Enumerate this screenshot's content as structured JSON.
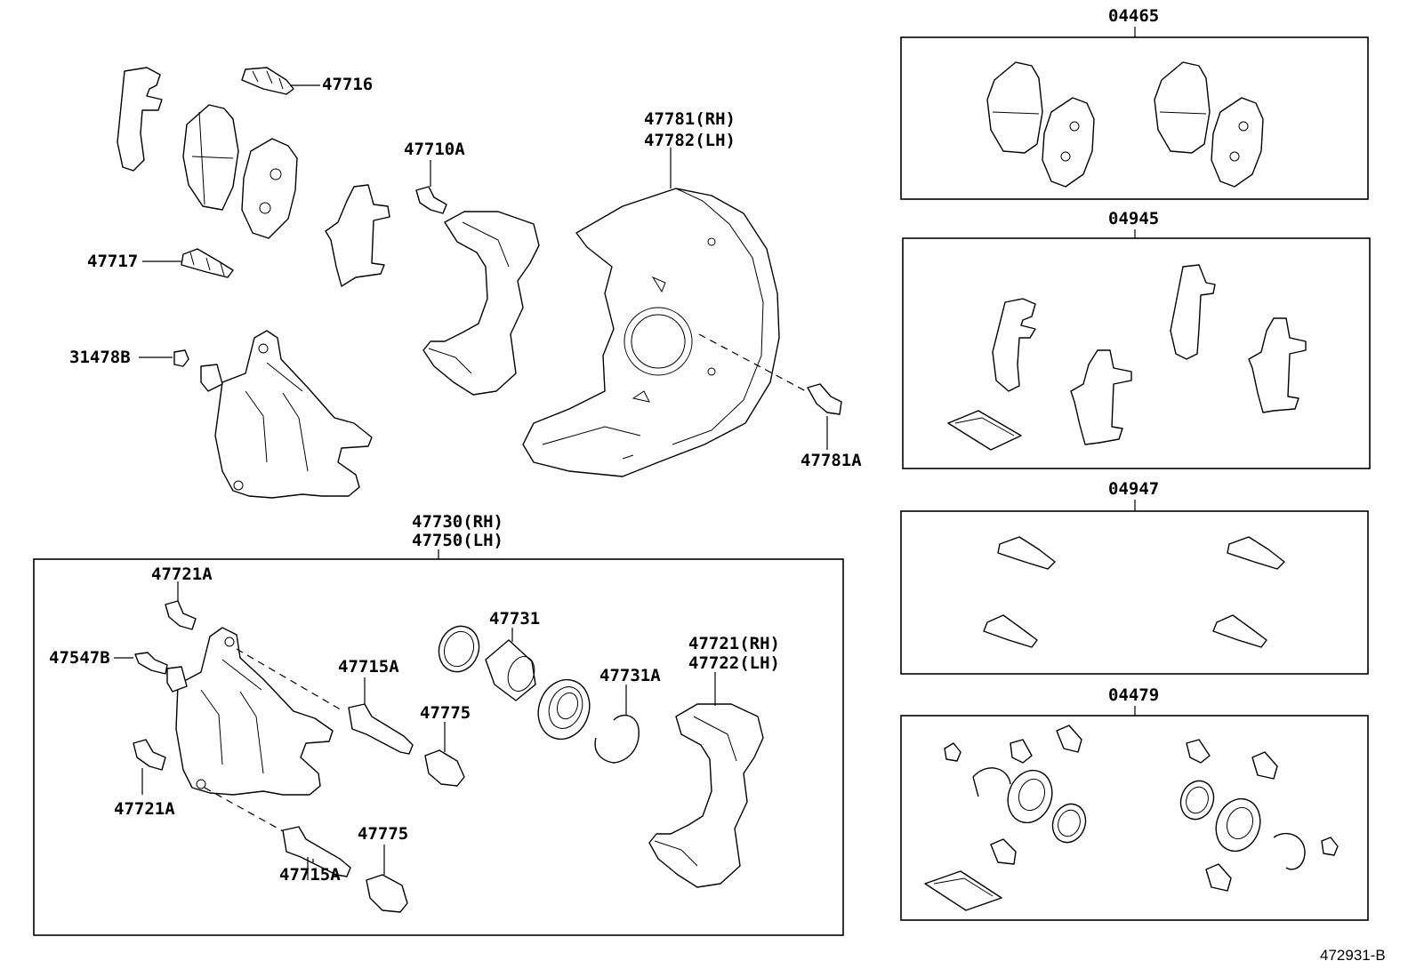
{
  "drawing_ref": "472931-B",
  "kits": [
    {
      "id": "kit-04465",
      "number": "04465"
    },
    {
      "id": "kit-04945",
      "number": "04945"
    },
    {
      "id": "kit-04947",
      "number": "04947"
    },
    {
      "id": "kit-04479",
      "number": "04479"
    }
  ],
  "labels": {
    "p47716": "47716",
    "p47717": "47717",
    "p31478B": "31478B",
    "p47710A": "47710A",
    "p47781_rh": "47781(RH)",
    "p47782_lh": "47782(LH)",
    "p47781A": "47781A",
    "p47730_rh": "47730(RH)",
    "p47750_lh": "47750(LH)",
    "p47721A_top": "47721A",
    "p47547B": "47547B",
    "p47721A_bottom": "47721A",
    "p47715A_top": "47715A",
    "p47715A_bottom": "47715A",
    "p47731": "47731",
    "p47775_top": "47775",
    "p47775_bottom": "47775",
    "p47731A": "47731A",
    "p47721_rh": "47721(RH)",
    "p47722_lh": "47722(LH)"
  }
}
